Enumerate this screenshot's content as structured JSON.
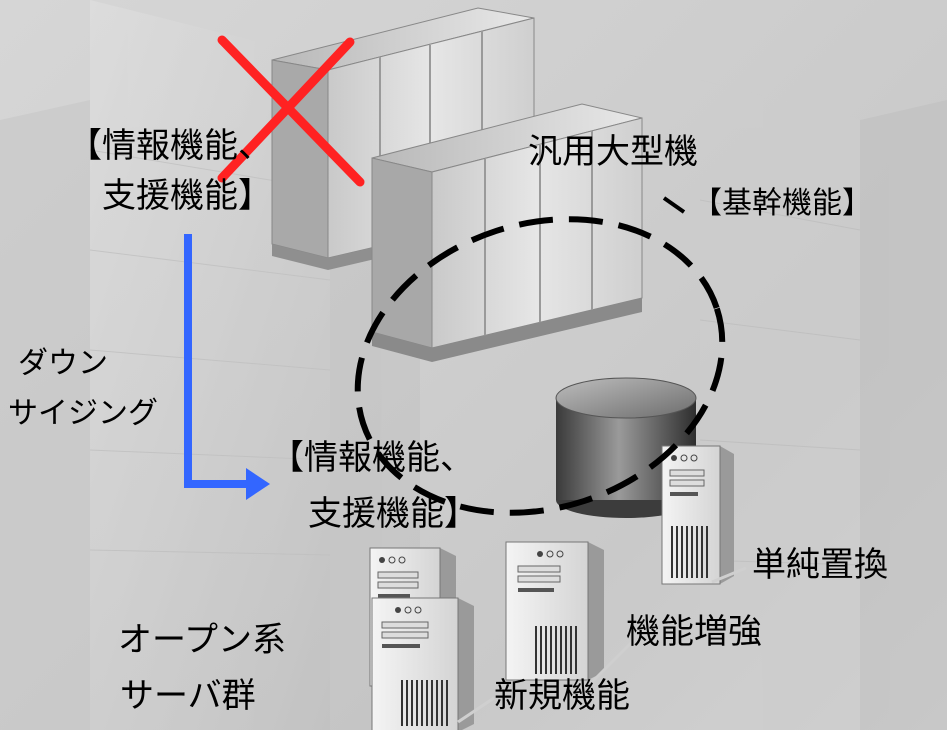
{
  "labels": {
    "old_functions_line1": "【情報機能、",
    "old_functions_line2": "支援機能】",
    "mainframe": "汎用大型機",
    "core_functions": "【基幹機能】",
    "downsizing_line1": "ダウン",
    "downsizing_line2": "サイジング",
    "new_functions_line1": "【情報機能、",
    "new_functions_line2": "支援機能】",
    "replacement": "単純置換",
    "enhancement": "機能増強",
    "new_function": "新規機能",
    "open_servers_line1": "オープン系",
    "open_servers_line2": "サーバ群"
  },
  "colors": {
    "arrow": "#3366ff",
    "cross": "#ff2222",
    "dashed_circle": "#000000"
  }
}
